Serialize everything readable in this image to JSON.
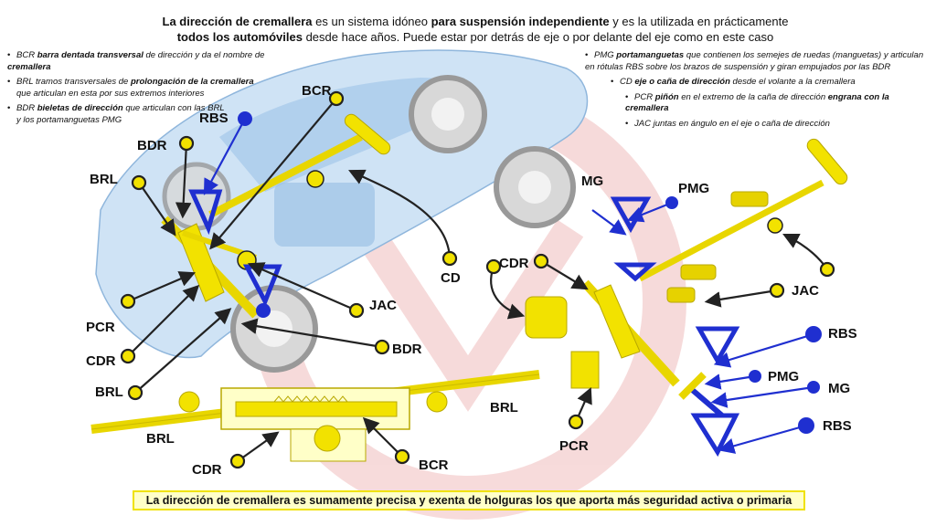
{
  "header": {
    "line1_a": "La dirección de cremallera",
    "line1_b": " es un sistema idóneo ",
    "line1_c": "para suspensión independiente",
    "line1_d": " y es la utilizada en prácticamente",
    "line2_a": "todos los automóviles",
    "line2_b": " desde hace años. Puede estar por detrás de eje o por delante del eje como en este caso"
  },
  "notes_left": {
    "bcr_abbr": "BCR ",
    "bcr_bold": "barra dentada transversal",
    "bcr_text": " de dirección y da el nombre de ",
    "bcr_bold2": "cremallera",
    "brl_abbr": "BRL tramos transversales de ",
    "brl_bold": "prolongación de la cremallera",
    "brl_text2": "que articulan en esta por sus extremos interiores",
    "bdr_abbr": "BDR ",
    "bdr_bold": "bieletas de dirección",
    "bdr_text": " que articulan con las BRL",
    "bdr_text2": "y los portamanguetas PMG"
  },
  "notes_right": {
    "pmg_abbr": "PMG ",
    "pmg_bold": "portamanguetas",
    "pmg_text": " que contienen los semejes de ruedas (manguetas) y articulan en rótulas RBS sobre los brazos de suspensión y giran empujados por las BDR",
    "cd_abbr": "CD ",
    "cd_bold": "eje o caña de dirección",
    "cd_text": " desde el volante a la cremallera",
    "pcr_abbr": "PCR ",
    "pcr_bold": "piñón",
    "pcr_text": " en el extremo de la caña de dirección ",
    "pcr_bold2": "engrana con la cremallera",
    "jac_text": "JAC juntas en ángulo en el eje o caña de dirección"
  },
  "labels": {
    "bcr_top": "BCR",
    "rbs_left": "RBS",
    "bdr_left": "BDR",
    "brl_left": "BRL",
    "pcr_left": "PCR",
    "cdr_left": "CDR",
    "brl_left_low": "BRL",
    "jac_left": "JAC",
    "bdr_mid": "BDR",
    "cd_mid": "CD",
    "mg_top": "MG",
    "pmg_top": "PMG",
    "cdr_mid": "CDR",
    "jac_right": "JAC",
    "rbs_right1": "RBS",
    "pmg_right": "PMG",
    "mg_right": "MG",
    "rbs_right2": "RBS",
    "pcr_mid": "PCR",
    "brl_bottom_right": "BRL",
    "brl_bottom_left": "BRL",
    "cdr_bottom": "CDR",
    "bcr_bottom": "BCR"
  },
  "footer": {
    "text": "La dirección de cremallera es sumamente precisa y exenta de holguras los que aporta más seguridad activa o primaria"
  },
  "colors": {
    "yellow": "#f2e200",
    "yellow_dark": "#b8a800",
    "blue": "#1f2fd0",
    "car_blue": "#bcd8f0",
    "watermark_red": "#d23a3a"
  }
}
